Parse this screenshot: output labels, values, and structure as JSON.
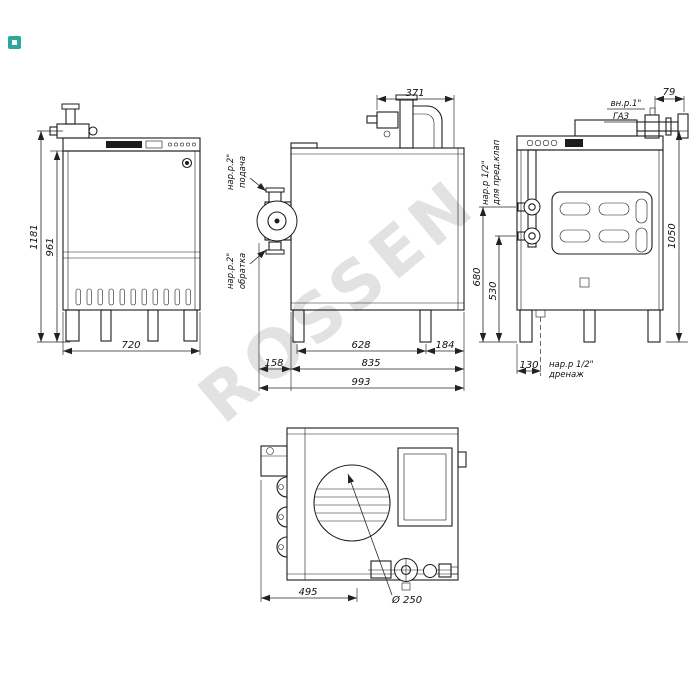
{
  "colors": {
    "line": "#1c1c1c",
    "dimension": "#262626",
    "watermark": "#c6c6c6",
    "badge": "#2aa79e"
  },
  "watermark": {
    "text": "ROSSEN"
  },
  "front_view": {
    "dim_overall_height": "1181",
    "dim_body_height": "961",
    "dim_width": "720"
  },
  "side_view": {
    "dim_top": "371",
    "supply_thread": "нар.р.2\"",
    "supply_name": "подача",
    "return_thread": "нар.р.2\"",
    "return_name": "обратка",
    "dim_628": "628",
    "dim_184": "184",
    "dim_158": "158",
    "dim_835": "835",
    "dim_993": "993"
  },
  "rear_view": {
    "dim_79": "79",
    "gas_thread": "вн.р.1\"",
    "gas_name": "ГАЗ",
    "valve_thread": "нар.р 1/2\"",
    "valve_name": "для пред.клап",
    "dim_680": "680",
    "dim_530": "530",
    "dim_1050": "1050",
    "dim_130": "130",
    "drain_thread": "нар.р 1/2\"",
    "drain_name": "дренаж"
  },
  "top_view": {
    "dim_width": "495",
    "dim_flue": "Ø 250"
  }
}
